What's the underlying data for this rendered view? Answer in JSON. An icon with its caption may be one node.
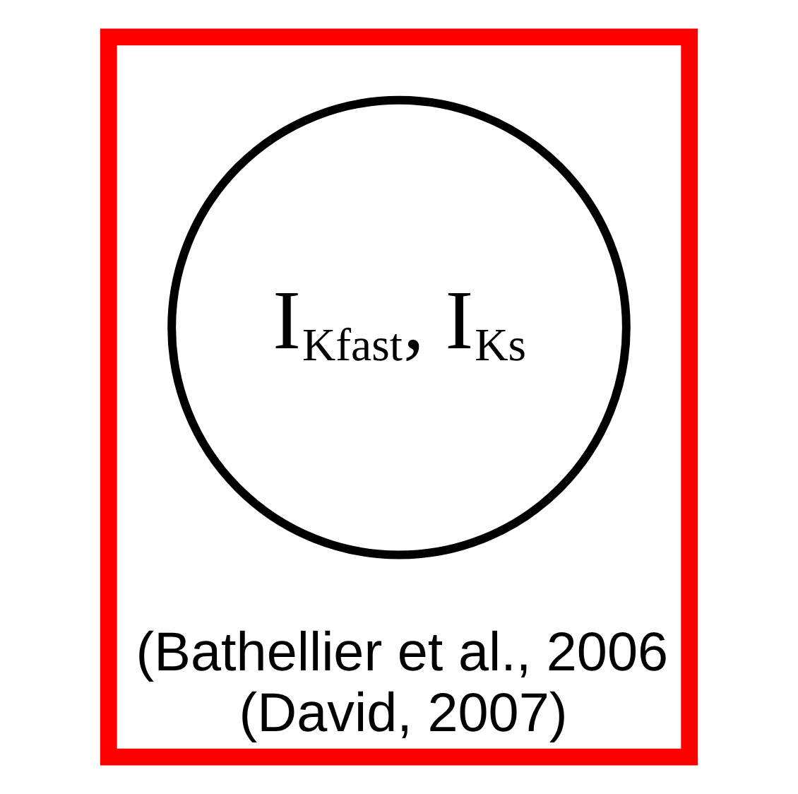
{
  "diagram": {
    "nodes": [
      {
        "text": [
          "(Bathellier et al., 2006",
          "(David, 2007)"
        ]
      },
      {
        "text": [
          "I$_{Kfast}$, I$_{Ks}$"
        ],
        "in": 0
      }
    ]
  }
}
